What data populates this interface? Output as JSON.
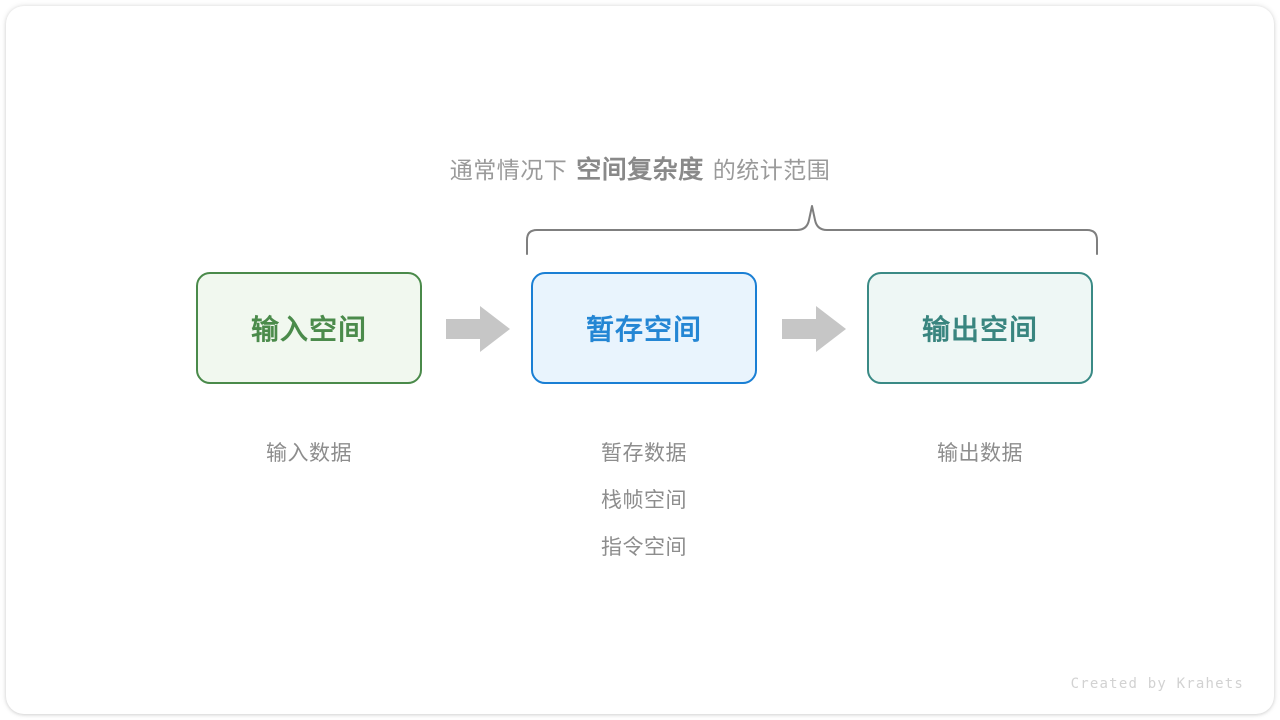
{
  "headline": {
    "prefix": "通常情况下",
    "strong": "空间复杂度",
    "suffix": "的统计范围"
  },
  "brace": {
    "name": "curly-brace",
    "color": "#7f7f7f",
    "spans": [
      "暂存空间",
      "输出空间"
    ]
  },
  "arrows": {
    "color": "#c6c6c6",
    "first_label": "flow-arrow-input-to-temp",
    "second_label": "flow-arrow-temp-to-output"
  },
  "boxes": [
    {
      "id": "input",
      "label": "输入空间",
      "fill": "#f1f8ef",
      "border": "#4a8a4a",
      "text_color": "#4b8b4b",
      "captions": [
        "输入数据"
      ]
    },
    {
      "id": "temp",
      "label": "暂存空间",
      "fill": "#e9f4fd",
      "border": "#1a7fd4",
      "text_color": "#2486d4",
      "captions": [
        "暂存数据",
        "栈帧空间",
        "指令空间"
      ]
    },
    {
      "id": "output",
      "label": "输出空间",
      "fill": "#eef7f5",
      "border": "#3a8a85",
      "text_color": "#39857f",
      "captions": [
        "输出数据"
      ]
    }
  ],
  "credit": "Created by Krahets"
}
